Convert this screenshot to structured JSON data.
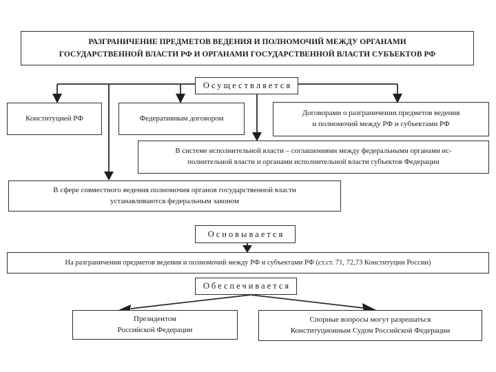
{
  "diagram": {
    "title": "РАЗГРАНИЧЕНИЕ ПРЕДМЕТОВ ВЕДЕНИЯ И ПОЛНОМОЧИЙ МЕЖДУ ОРГАНАМИ\nГОСУДАРСТВЕННОЙ ВЛАСТИ РФ И ОРГАНАМИ ГОСУДАРСТВЕННОЙ ВЛАСТИ СУБЪЕКТОВ РФ",
    "implemented_label": "Осуществляется",
    "implemented_by": {
      "constitution": "Конституцией РФ",
      "federal_treaty": "Федеративным договором",
      "delimitation_treaties": "Договорами о разграничении предметов ведения\nи полномочий между РФ и субъектами РФ",
      "executive_agreements": "В системе исполнительной власти – соглашениями между федеральными органами ис-\nполнительной власти и органами исполнительной власти субъектов Федерации",
      "joint_jurisdiction": "В сфере совместного ведения полномочия органов государственной власти\nустанавливаются федеральным законом"
    },
    "based_label": "Основывается",
    "based_on": "На разграничении предметов ведения и полномочий между РФ и субъектами РФ (ст.ст. 71, 72,73 Конституции России)",
    "ensured_label": "Обеспечивается",
    "ensured_by": {
      "president": "Президентом\nРоссийской Федерации",
      "constitutional_court": "Спорные вопросы могут разрешаться\nКонституционным Судом Российской Федерации"
    },
    "colors": {
      "background": "#ffffff",
      "box_border": "#2e2e2e",
      "text": "#1c1c1c",
      "line": "#2b2b2b"
    }
  }
}
